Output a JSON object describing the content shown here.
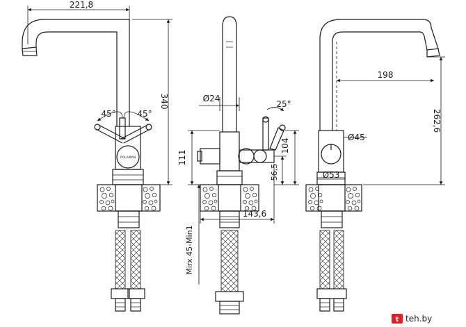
{
  "diagram": {
    "front_view": {
      "width_label": "221,8",
      "height_label": "340",
      "angle_left_label": "45°",
      "angle_right_label": "45°",
      "logo_text": "POLAMAN"
    },
    "side_view": {
      "diameter_label": "Ø24",
      "angle_label": "25°",
      "height_111_label": "111",
      "height_104_label": "104",
      "height_56_label": "56,5",
      "depth_label": "143,6",
      "mount_label": "Mirx 45-Min1"
    },
    "back_view": {
      "reach_label": "198",
      "height_label": "262,6",
      "diameter_45_label": "Ø45",
      "diameter_53_label": "Ø53"
    },
    "watermark": "teh.by"
  },
  "colors": {
    "line": "#1a1a1a",
    "background": "#ffffff",
    "watermark_badge": "#e31e24"
  }
}
